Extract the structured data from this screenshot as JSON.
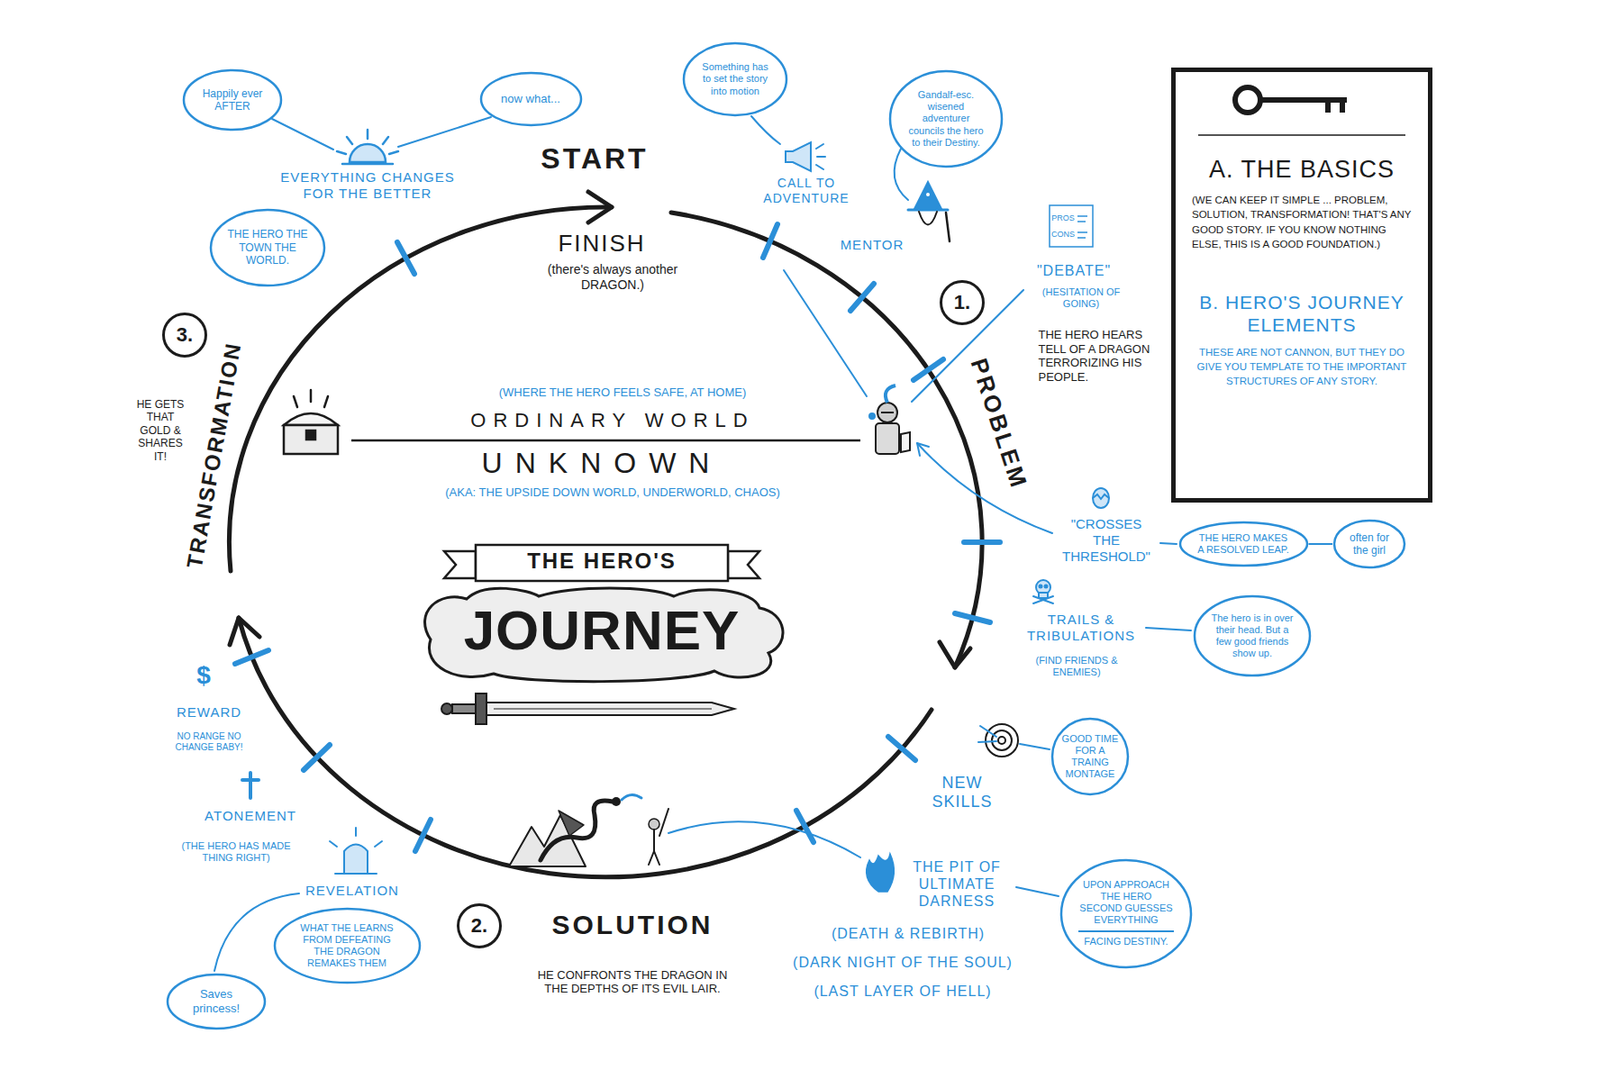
{
  "diagram": {
    "nodes": [
      {
        "text": [
          "Happily ever AFTER"
        ]
      },
      {
        "text": [
          "now what..."
        ]
      },
      {
        "text": [
          "Something has to set the story into motion"
        ]
      },
      {
        "text": [
          "Gandalf-esc. wisened adventurer councils the hero to their Destiny."
        ]
      },
      {
        "text": [
          "A. THE BASICS",
          "(WE CAN KEEP IT SIMPLE ... PROBLEM, SOLUTION, TRANSFORMATION! THAT'S ANY GOOD STORY. IF YOU KNOW NOTHING ELSE, THIS IS A GOOD FOUNDATION.)",
          "B. HERO'S JOURNEY ELEMENTS",
          "THESE ARE NOT CANNON, BUT THEY DO GIVE YOU TEMPLATE TO THE IMPORTANT STRUCTURES OF ANY STORY."
        ]
      },
      {
        "text": [
          "THE HERO THE TOWN THE WORLD."
        ]
      },
      {
        "text": [
          "1."
        ]
      },
      {
        "text": [
          "3."
        ]
      },
      {
        "text": [
          "THE HERO MAKES A RESOLVED LEAP."
        ]
      },
      {
        "text": [
          "often for the girl"
        ]
      },
      {
        "text": [
          "THE HERO'S",
          "JOURNEY"
        ]
      },
      {
        "text": [
          "The hero is in over their head. But a few good friends show up."
        ]
      },
      {
        "text": [
          "GOOD TIME FOR A TRAING MONTAGE"
        ]
      },
      {
        "text": [
          "UPON APPROACH THE HERO SECOND GUESSES EVERYTHING",
          "FACING DESTINY."
        ]
      },
      {
        "text": [
          "2."
        ]
      },
      {
        "text": [
          "WHAT THE LEARNS FROM DEFEATING THE DRAGON REMAKES THEM"
        ]
      },
      {
        "text": [
          "Saves princess!"
        ]
      }
    ],
    "edges": [
      {
        "from": 8,
        "to": 9,
        "arrow": "none"
      }
    ],
    "labels": [
      "START",
      "EVERYTHING CHANGES FOR THE BETTER",
      "CALL TO ADVENTURE",
      "MENTOR",
      "FINISH",
      "(there's always another DRAGON.)",
      "PROS",
      "CONS",
      "\"DEBATE\"",
      "(HESITATION OF GOING)",
      "PROBLEM",
      "THE HERO HEARS TELL OF A DRAGON TERRORIZING HIS PEOPLE.",
      "TRANSFORMATION",
      "HE GETS THAT GOLD & SHARES IT!",
      "(WHERE THE HERO FEELS SAFE, AT HOME)",
      "ORDINARY WORLD",
      "UNKNOWN",
      "(AKA: THE UPSIDE DOWN WORLD, UNDERWORLD, CHAOS)",
      "\"CROSSES THE THRESHOLD\"",
      "TRAILS & TRIBULATIONS",
      "(FIND FRIENDS & ENEMIES)",
      "$",
      "REWARD",
      "NO RANGE NO CHANGE BABY!",
      "NEW SKILLS",
      "ATONEMENT",
      "(THE HERO HAS MADE THING RIGHT)",
      "THE PIT OF ULTIMATE DARNESS",
      "(DEATH & REBIRTH)",
      "(DARK NIGHT OF THE SOUL)",
      "(LAST LAYER OF HELL)",
      "REVELATION",
      "SOLUTION",
      "HE CONFRONTS THE DRAGON IN THE DEPTHS OF ITS EVIL LAIR."
    ]
  }
}
